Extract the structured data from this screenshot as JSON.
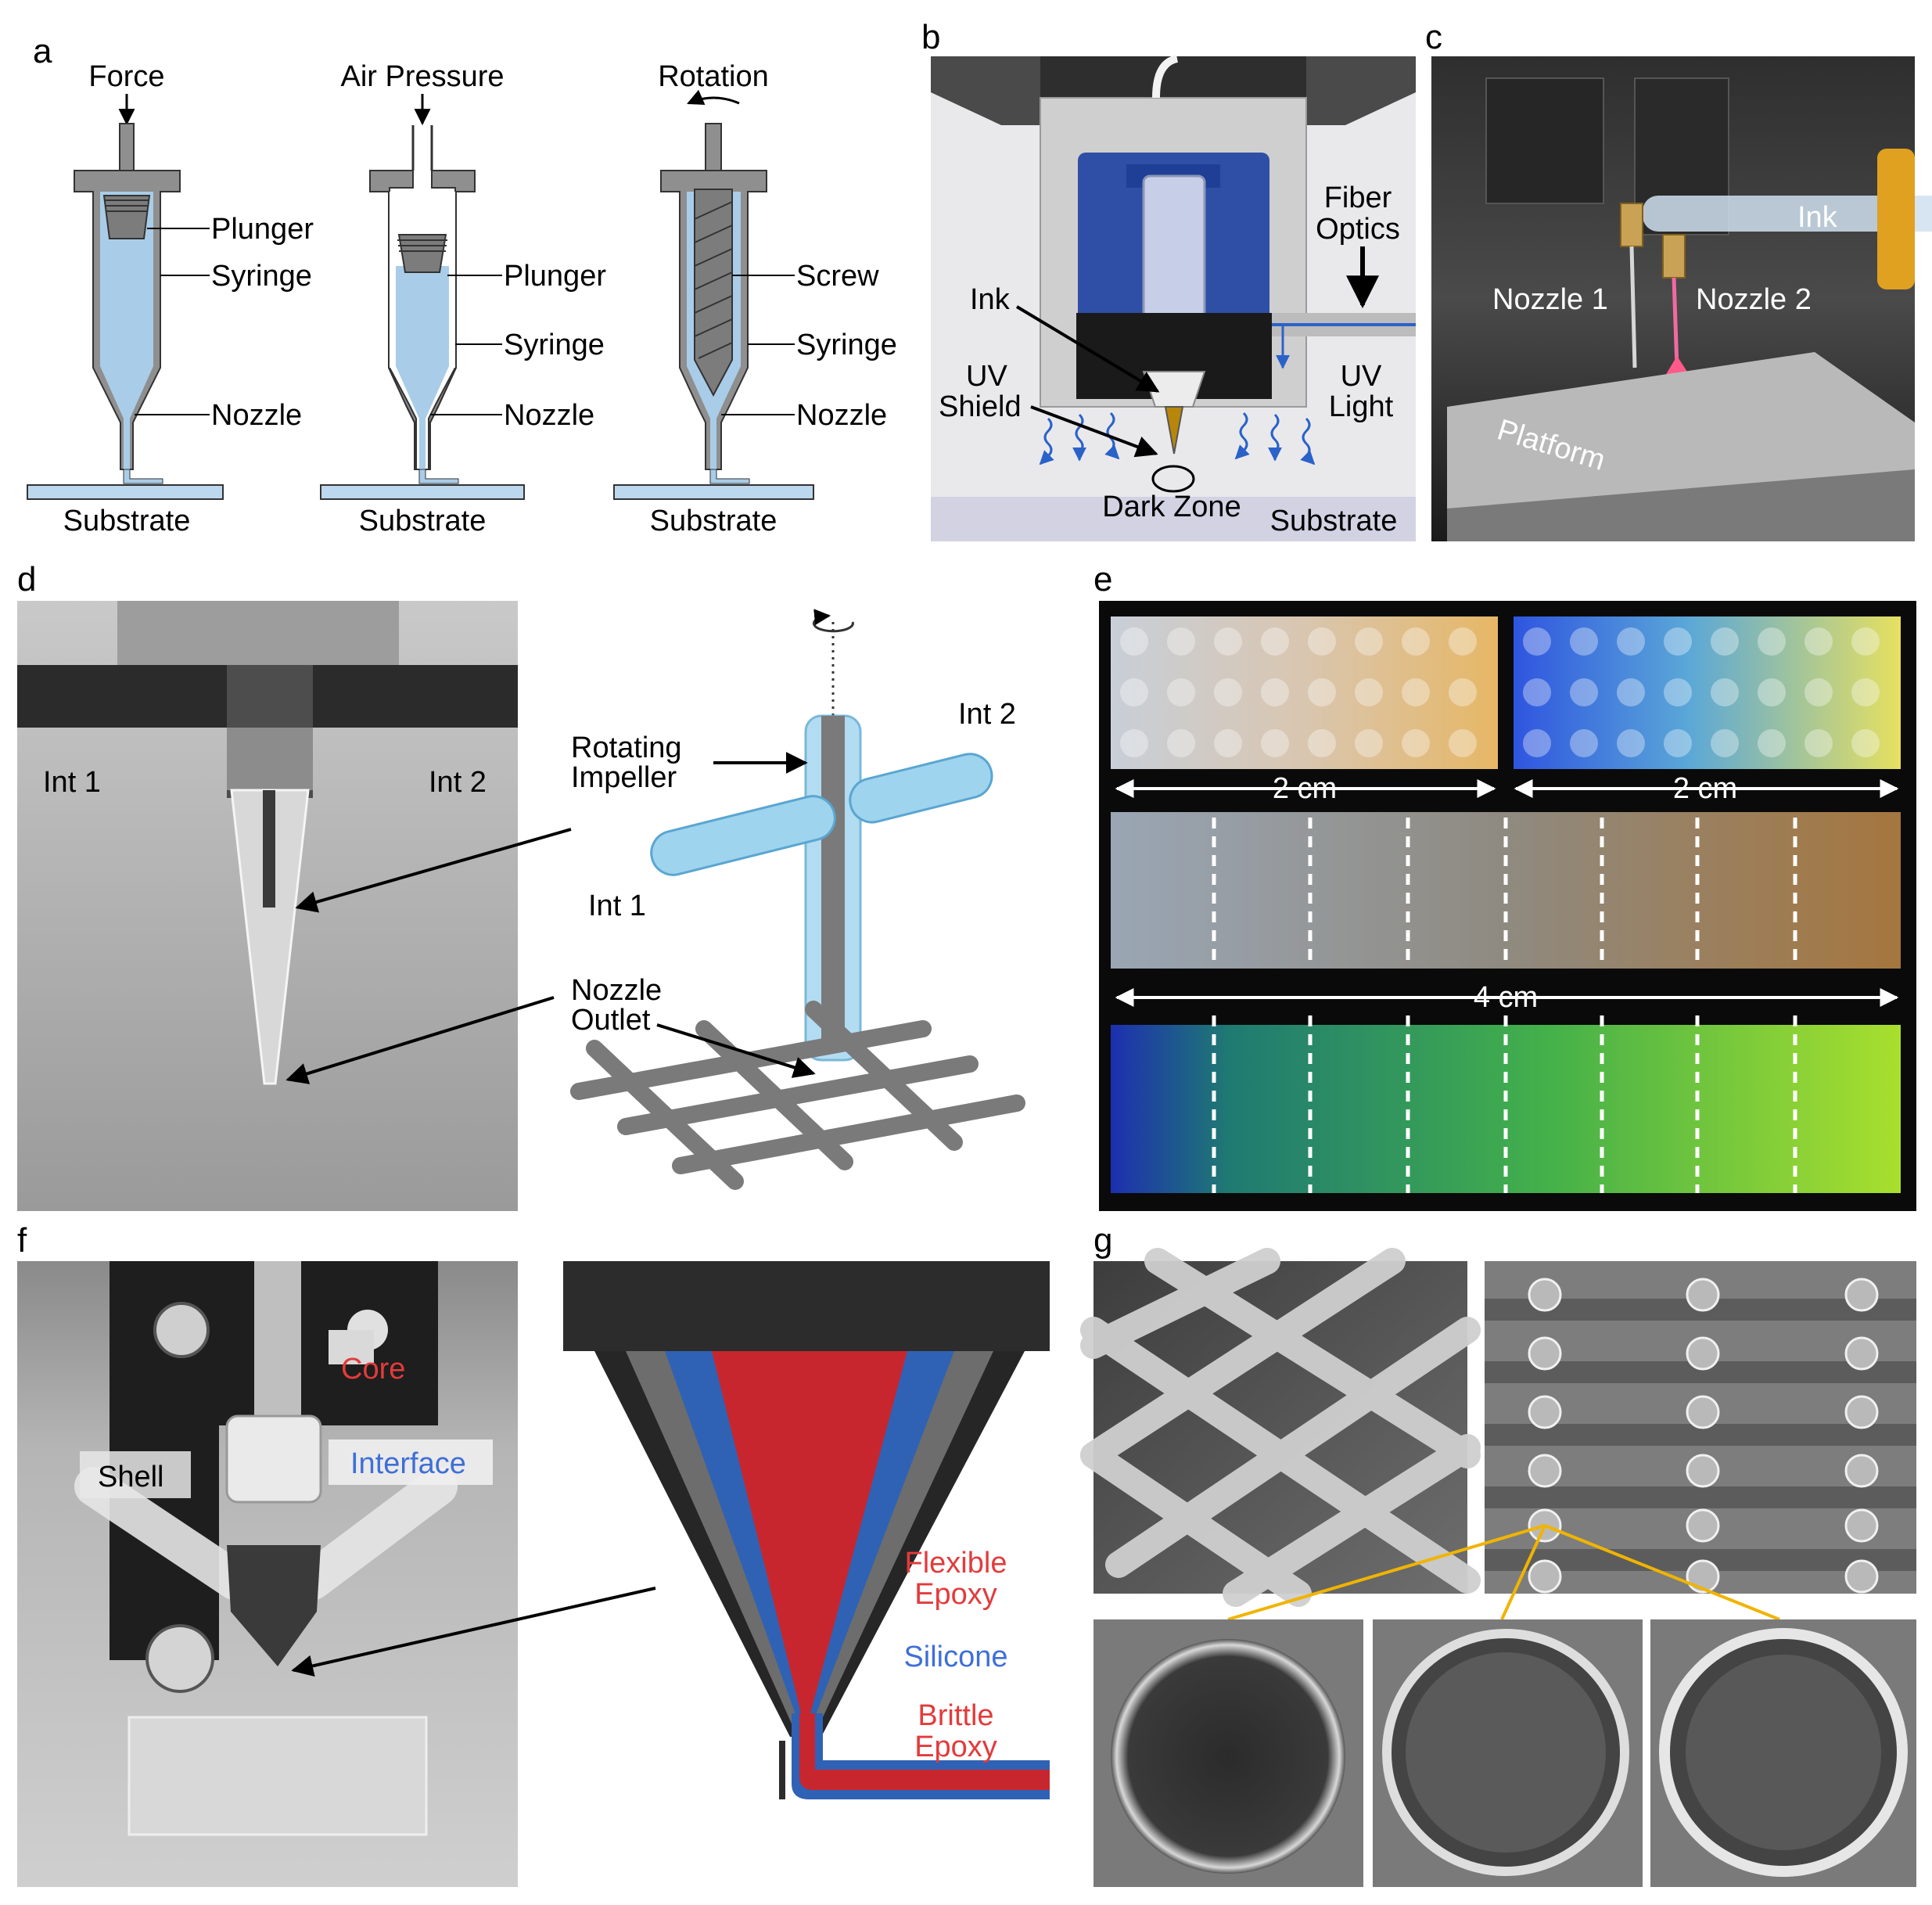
{
  "panels": {
    "a": {
      "letter": "a",
      "mechanisms": [
        {
          "drive": "Force",
          "upper": "Plunger",
          "middle": "Syringe",
          "nozzle": "Nozzle",
          "substrate": "Substrate"
        },
        {
          "drive": "Air Pressure",
          "upper": "Plunger",
          "middle": "Syringe",
          "nozzle": "Nozzle",
          "substrate": "Substrate"
        },
        {
          "drive": "Rotation",
          "upper": "Screw",
          "middle": "Syringe",
          "nozzle": "Nozzle",
          "substrate": "Substrate"
        }
      ]
    },
    "b": {
      "letter": "b",
      "fiber_line1": "Fiber",
      "fiber_line2": "Optics",
      "ink": "Ink",
      "uv_shield_line1": "UV",
      "uv_shield_line2": "Shield",
      "uv_light_line1": "UV",
      "uv_light_line2": "Light",
      "dark_zone": "Dark Zone",
      "substrate": "Substrate"
    },
    "c": {
      "letter": "c",
      "ink": "Ink",
      "nozzle1": "Nozzle 1",
      "nozzle2": "Nozzle 2",
      "platform": "Platform"
    },
    "d": {
      "letter": "d",
      "int1": "Int 1",
      "int2": "Int 2",
      "impeller_line1": "Rotating",
      "impeller_line2": "Impeller",
      "outlet_line1": "Nozzle",
      "outlet_line2": "Outlet"
    },
    "e": {
      "letter": "e",
      "scale_top_left": "2 cm",
      "scale_top_right": "2 cm",
      "scale_middle": "4 cm"
    },
    "f": {
      "letter": "f",
      "core": "Core",
      "shell": "Shell",
      "interface": "Interface",
      "flexible_line1": "Flexible",
      "flexible_line2": "Epoxy",
      "silicone": "Silicone",
      "brittle_line1": "Brittle",
      "brittle_line2": "Epoxy"
    },
    "g": {
      "letter": "g"
    }
  },
  "colors": {
    "ink_blue": "#a9cde8",
    "substrate_blue": "#bcd8ee",
    "body_gray": "#9b9b9b",
    "core_red": "#c8262e",
    "interface_blue": "#2f62b4",
    "label_red": "#e33b3b",
    "label_blue": "#3f6fd6",
    "highlight_yellow": "#f0b400"
  }
}
